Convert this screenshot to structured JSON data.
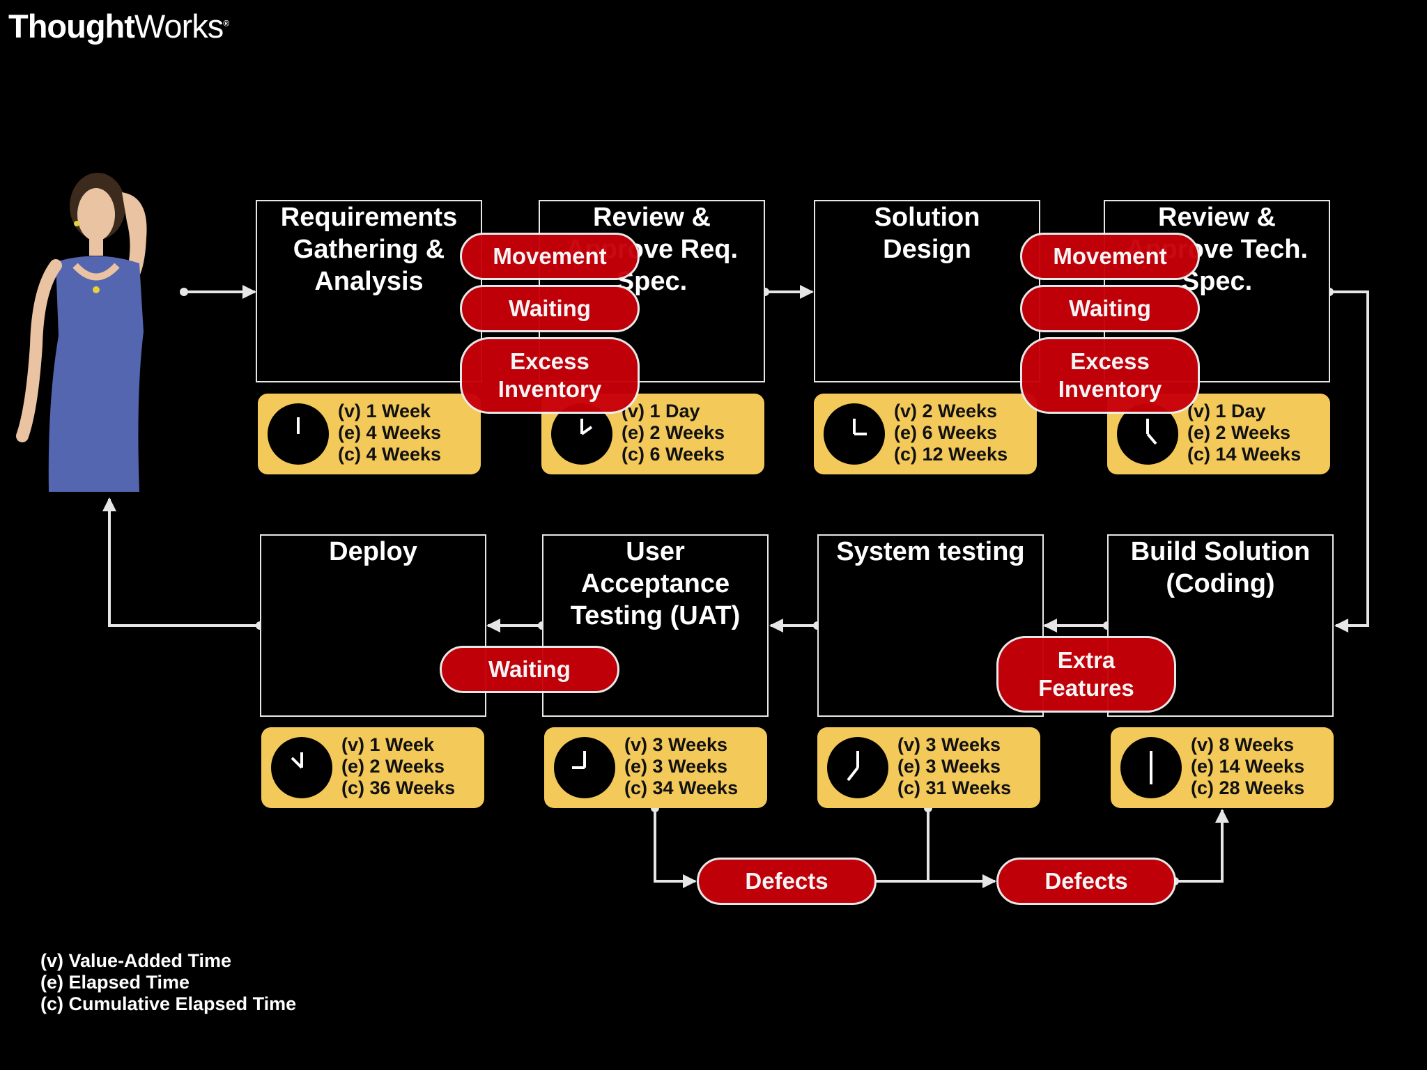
{
  "brand": {
    "name_bold": "Thought",
    "name_light": "Works",
    "mark": "®"
  },
  "colors": {
    "background": "#000000",
    "step_border": "#e8e8e8",
    "metric_bg": "#f3c95a",
    "waste_bg": "#c8000a",
    "connector": "#e6e6e6"
  },
  "steps": [
    {
      "title": "Requirements\nGathering &\nAnalysis",
      "v": "(v) 1 Week",
      "e": "(e) 4 Weeks",
      "c": "(c) 4 Weeks",
      "clock_icon": "clock-12-icon"
    },
    {
      "title": "Review &\nApprove Req.\nSpec.",
      "v": "(v) 1 Day",
      "e": "(e) 2 Weeks",
      "c": "(c) 6 Weeks",
      "clock_icon": "clock-4-icon"
    },
    {
      "title": "Solution\nDesign",
      "v": "(v) 2 Weeks",
      "e": "(e) 6 Weeks",
      "c": "(c) 12 Weeks",
      "clock_icon": "clock-3-icon"
    },
    {
      "title": "Review &\nApprove Tech.\nSpec.",
      "v": "(v) 1 Day",
      "e": "(e) 2 Weeks",
      "c": "(c) 14 Weeks",
      "clock_icon": "clock-5-icon"
    },
    {
      "title": "Build Solution\n(Coding)",
      "v": "(v) 8 Weeks",
      "e": "(e) 14 Weeks",
      "c": "(c) 28 Weeks",
      "clock_icon": "clock-6-icon"
    },
    {
      "title": "System testing",
      "v": "(v) 3 Weeks",
      "e": "(e) 3 Weeks",
      "c": "(c) 31 Weeks",
      "clock_icon": "clock-7-icon"
    },
    {
      "title": "User\nAcceptance\nTesting (UAT)",
      "v": "(v) 3 Weeks",
      "e": "(e) 3 Weeks",
      "c": "(c) 34 Weeks",
      "clock_icon": "clock-9-icon"
    },
    {
      "title": "Deploy",
      "v": "(v) 1 Week",
      "e": "(e) 2 Weeks",
      "c": "(c) 36 Weeks",
      "clock_icon": "clock-11-icon"
    }
  ],
  "wastes": [
    {
      "label": "Movement"
    },
    {
      "label": "Waiting"
    },
    {
      "label": "Excess\nInventory"
    },
    {
      "label": "Movement"
    },
    {
      "label": "Waiting"
    },
    {
      "label": "Excess\nInventory"
    },
    {
      "label": "Waiting"
    },
    {
      "label": "Extra\nFeatures"
    },
    {
      "label": "Defects"
    },
    {
      "label": "Defects"
    }
  ],
  "legend": {
    "v": "(v) Value-Added Time",
    "e": "(e) Elapsed Time",
    "c": "(c) Cumulative Elapsed Time"
  }
}
